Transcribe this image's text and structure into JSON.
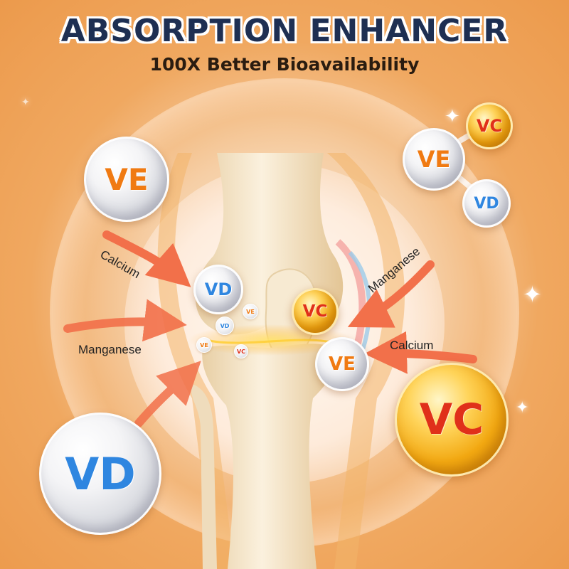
{
  "header": {
    "title": "ABSORPTION ENHANCER",
    "subtitle": "100X Better Bioavailability"
  },
  "spheres": {
    "ve_top_left": "VE",
    "molecule_vc": "VC",
    "molecule_ve": "VE",
    "molecule_vd": "VD",
    "knee_vd": "VD",
    "knee_vc": "VC",
    "knee_ve": "VE",
    "tiny_ve_1": "VE",
    "tiny_vd": "VD",
    "tiny_ve_2": "VE",
    "tiny_vc": "VC",
    "big_vc": "VC",
    "big_vd": "VD"
  },
  "arrows": {
    "calcium_left": "Calcium",
    "manganese_left": "Manganese",
    "manganese_right": "Manganese",
    "calcium_right": "Calcium"
  },
  "colors": {
    "title": "#1e2f52",
    "arrow": "#f2704a",
    "ve_text": "#f07a12",
    "vd_text": "#2f86e0",
    "vc_text": "#e0301a"
  }
}
